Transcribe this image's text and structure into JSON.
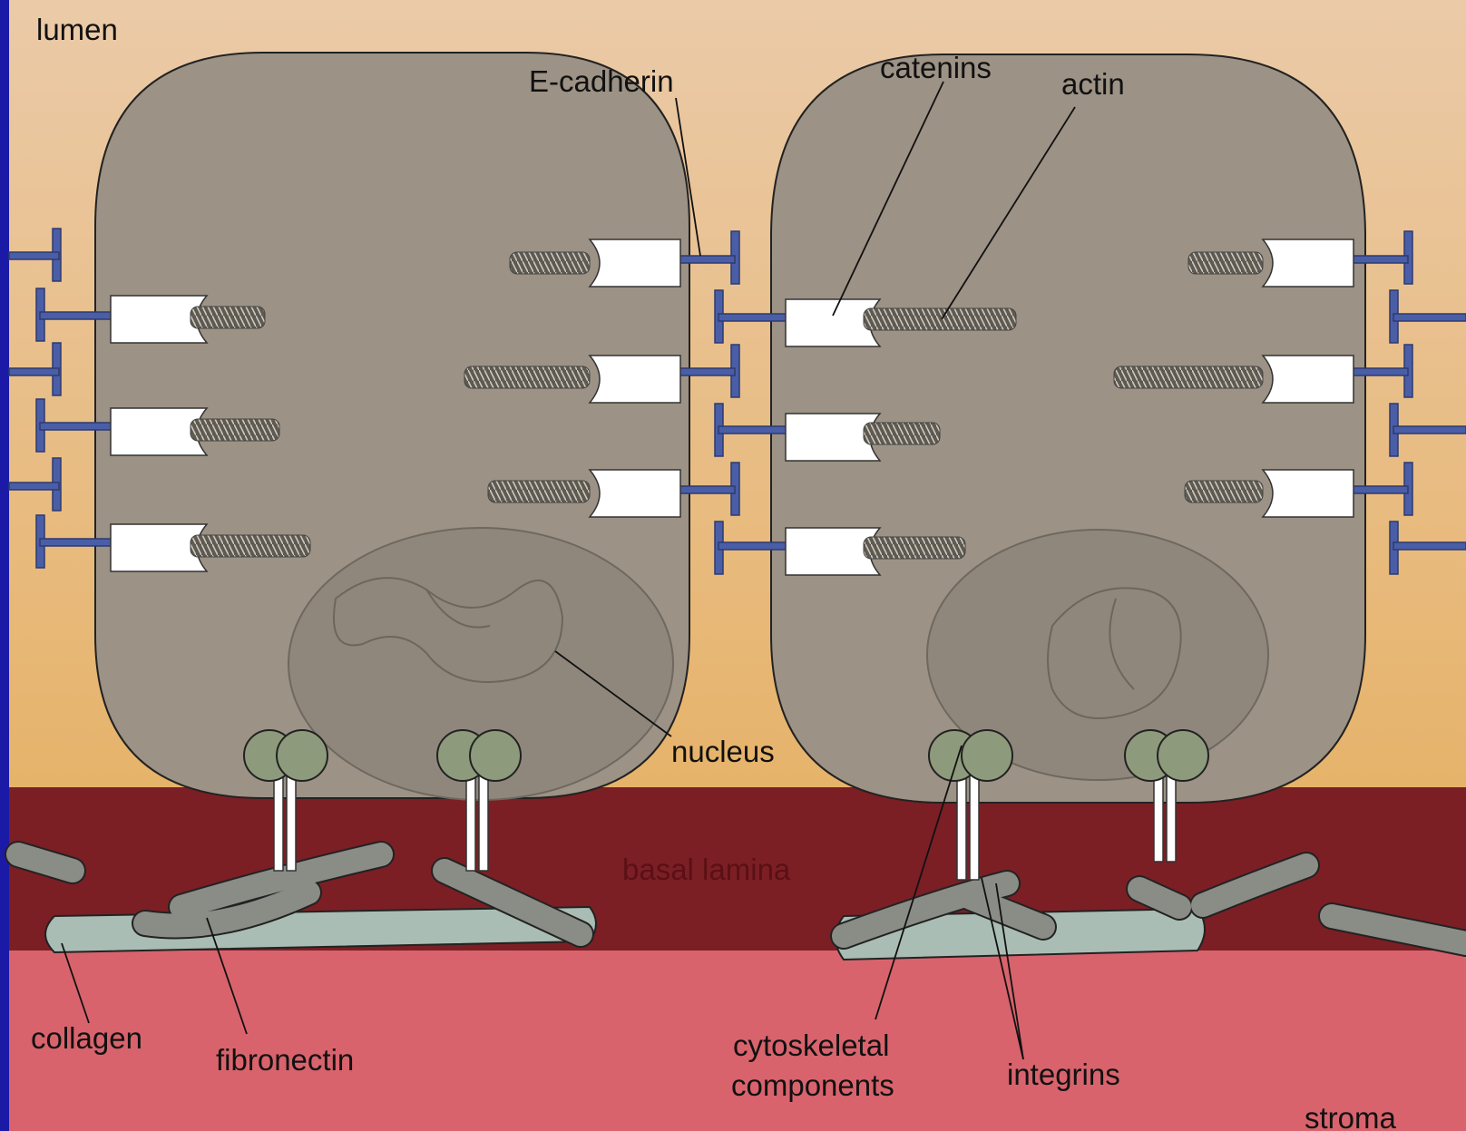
{
  "labels": {
    "lumen": "lumen",
    "e_cadherin": "E-cadherin",
    "catenins": "catenins",
    "actin": "actin",
    "nucleus": "nucleus",
    "basal_lamina": "basal lamina",
    "collagen": "collagen",
    "fibronectin": "fibronectin",
    "cytoskeletal_line1": "cytoskeletal",
    "cytoskeletal_line2": "components",
    "integrins": "integrins",
    "stroma": "stroma"
  },
  "colors": {
    "frame": "#1a1aa6",
    "lumen_top": "#e9c7a2",
    "lumen_bottom": "#e5b56e",
    "basal_lamina": "#7a1f24",
    "stroma": "#d9626b",
    "cell_fill": "#9c9285",
    "nucleus_fill": "#8f877c",
    "cadherin": "#4a5ea8",
    "catenin": "#ffffff",
    "actin": "#6e6a62",
    "fiber": "#8a8c86",
    "collagen": "#a9bdb4",
    "integrin_head": "#8e9a7c"
  }
}
